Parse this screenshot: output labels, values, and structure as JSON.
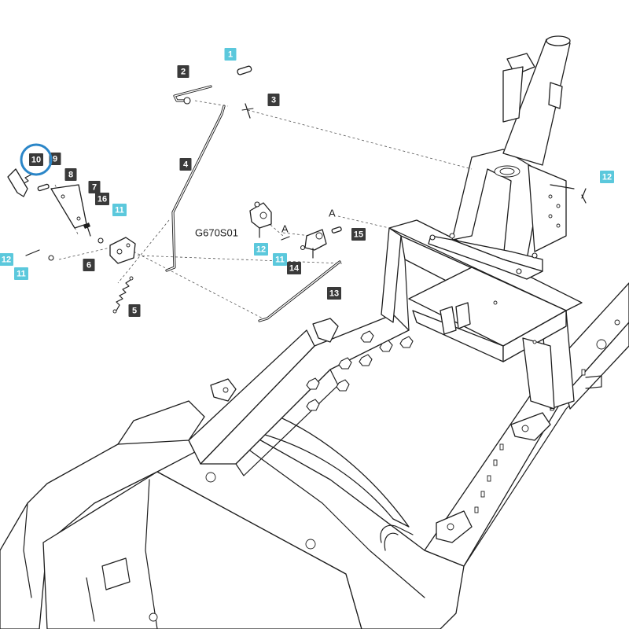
{
  "diagram": {
    "highlight_color": "#2b86c8",
    "dark_callout_color": "#3a3a3a",
    "cyan_callout_color": "#5bc8dc",
    "callouts": [
      {
        "id": "c1",
        "label": "1",
        "style": "cyan"
      },
      {
        "id": "c2",
        "label": "2",
        "style": "dark"
      },
      {
        "id": "c3",
        "label": "3",
        "style": "dark"
      },
      {
        "id": "c4",
        "label": "4",
        "style": "dark"
      },
      {
        "id": "c5",
        "label": "5",
        "style": "dark"
      },
      {
        "id": "c6",
        "label": "6",
        "style": "dark"
      },
      {
        "id": "c7",
        "label": "7",
        "style": "dark"
      },
      {
        "id": "c8",
        "label": "8",
        "style": "dark"
      },
      {
        "id": "c9",
        "label": "9",
        "style": "dark"
      },
      {
        "id": "c10",
        "label": "10",
        "style": "dark",
        "highlighted": true
      },
      {
        "id": "c11a",
        "label": "11",
        "style": "cyan"
      },
      {
        "id": "c11b",
        "label": "11",
        "style": "cyan"
      },
      {
        "id": "c11c",
        "label": "11",
        "style": "cyan"
      },
      {
        "id": "c12a",
        "label": "12",
        "style": "cyan"
      },
      {
        "id": "c12b",
        "label": "12",
        "style": "cyan"
      },
      {
        "id": "c12c",
        "label": "12",
        "style": "cyan"
      },
      {
        "id": "c13",
        "label": "13",
        "style": "dark"
      },
      {
        "id": "c14",
        "label": "14",
        "style": "dark"
      },
      {
        "id": "c15",
        "label": "15",
        "style": "dark"
      },
      {
        "id": "c16",
        "label": "16",
        "style": "dark"
      }
    ],
    "labels": {
      "part_code": "G670S01",
      "ref_a_left": "A",
      "ref_a_right": "A"
    }
  }
}
